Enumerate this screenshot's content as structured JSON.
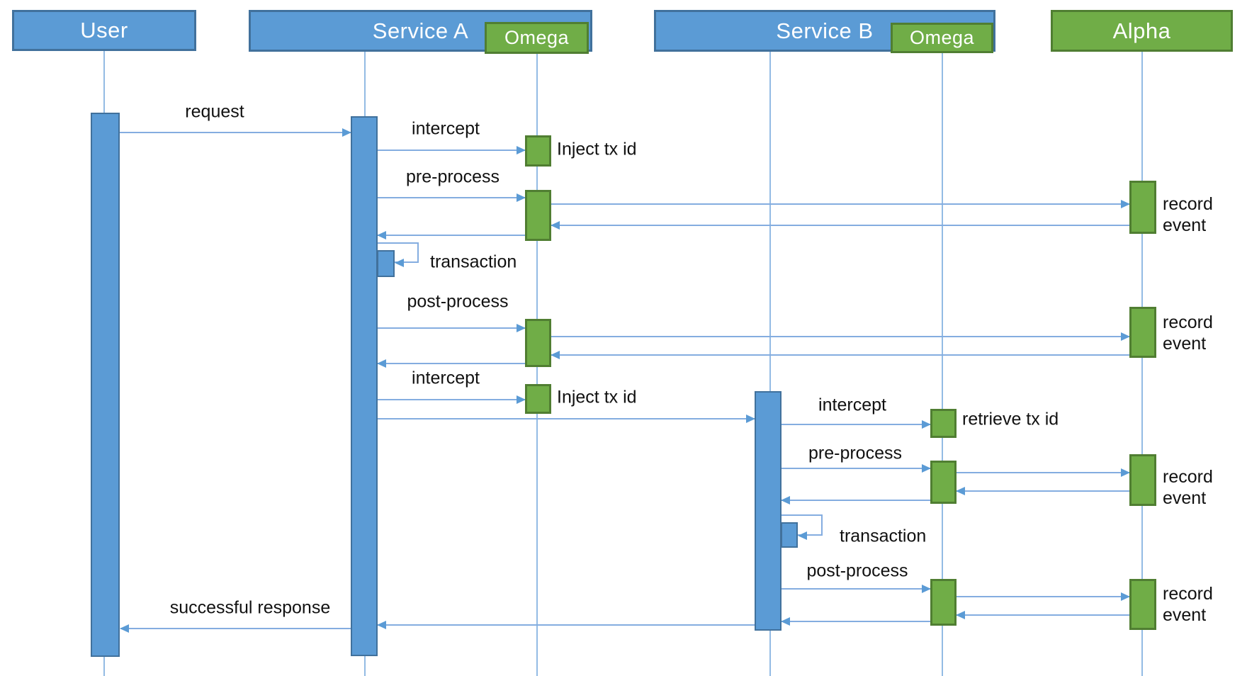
{
  "diagram_type": "uml-sequence-diagram",
  "actors": {
    "user": "User",
    "service_a": "Service A",
    "service_b": "Service B",
    "omega": "Omega",
    "alpha": "Alpha"
  },
  "messages": {
    "request": "request",
    "intercept": "intercept",
    "pre_process": "pre-process",
    "transaction": "transaction",
    "post_process": "post-process",
    "successful_response": "successful response"
  },
  "annotations": {
    "inject_tx_id": "Inject tx id",
    "retrieve_tx_id": "retrieve tx id",
    "record_event": "record event"
  },
  "colors": {
    "blue_fill": "#5B9BD5",
    "blue_border": "#41719C",
    "green_fill": "#70AD47",
    "green_border": "#507E32",
    "line": "#84ADE0",
    "head": "#5B9BD5",
    "lifeline": "#93BBE4",
    "text": "#111111"
  }
}
